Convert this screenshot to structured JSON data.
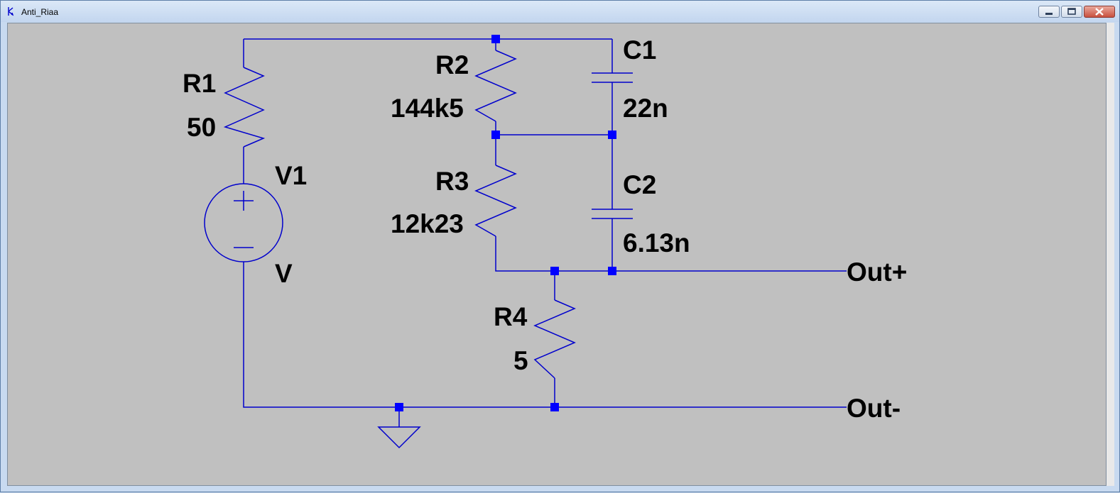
{
  "window": {
    "title": "Anti_Riaa",
    "controls": {
      "minimize": "minimize",
      "maximize": "maximize",
      "close": "close"
    }
  },
  "schematic": {
    "wire_color": "#0000cc",
    "junction_color": "#0000ff",
    "background": "#c0c0c0",
    "components": {
      "r1": {
        "name": "R1",
        "value": "50"
      },
      "r2": {
        "name": "R2",
        "value": "144k5"
      },
      "r3": {
        "name": "R3",
        "value": "12k23"
      },
      "r4": {
        "name": "R4",
        "value": "5"
      },
      "c1": {
        "name": "C1",
        "value": "22n"
      },
      "c2": {
        "name": "C2",
        "value": "6.13n"
      },
      "v1": {
        "name": "V1",
        "value": "V"
      }
    },
    "ports": {
      "out_plus": "Out+",
      "out_minus": "Out-"
    }
  }
}
